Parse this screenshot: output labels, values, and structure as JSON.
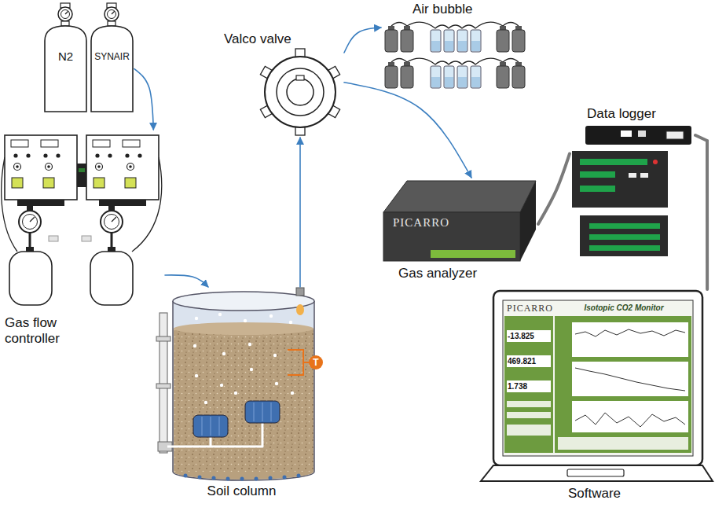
{
  "diagram": {
    "nodes": [
      {
        "text": [
          "N2"
        ]
      },
      {
        "text": [
          "SYNAIR"
        ]
      },
      {
        "text": [
          "Gas flow controller"
        ]
      },
      {
        "text": [
          "Soil column"
        ]
      },
      {
        "text": [
          "T"
        ],
        "in": 3
      },
      {
        "text": [
          "Valco valve"
        ]
      },
      {
        "text": [
          "Air bubble"
        ]
      },
      {
        "text": [
          "PICARRO",
          "Gas analyzer"
        ]
      },
      {
        "text": [
          "Data logger"
        ]
      },
      {
        "text": [
          "Software"
        ]
      },
      {
        "text": [
          "PICARRO",
          "Isotopic CO2 Monitor",
          "-13.825",
          "469.821",
          "1.738"
        ],
        "in": 9
      }
    ],
    "edges": [
      {
        "from": 1,
        "to": 2,
        "arrow": "to"
      },
      {
        "from": 2,
        "to": 3,
        "arrow": "to"
      },
      {
        "from": 3,
        "to": 5,
        "arrow": "to"
      },
      {
        "from": 5,
        "to": 6,
        "arrow": "to"
      },
      {
        "from": 5,
        "to": 7,
        "arrow": "to"
      },
      {
        "from": 7,
        "to": 8,
        "arrow": "none"
      },
      {
        "from": 8,
        "to": 9,
        "arrow": "none"
      }
    ]
  }
}
